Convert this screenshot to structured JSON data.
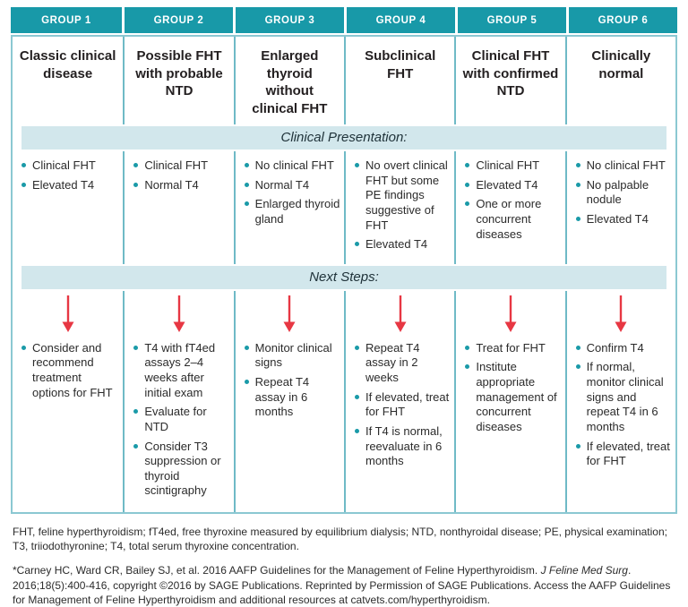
{
  "labels": {
    "presentation_band": "Clinical Presentation:",
    "next_steps_band": "Next Steps:"
  },
  "groups": [
    {
      "header": "GROUP 1",
      "title": "Classic clinical disease",
      "presentation": [
        "Clinical FHT",
        "Elevated T4"
      ],
      "next_steps": [
        "Consider and recommend treatment options for FHT"
      ]
    },
    {
      "header": "GROUP 2",
      "title": "Possible FHT with probable NTD",
      "presentation": [
        "Clinical FHT",
        "Normal T4"
      ],
      "next_steps": [
        "T4 with fT4ed assays 2–4 weeks after initial exam",
        "Evaluate for NTD",
        "Consider T3 suppression or thyroid scintigraphy"
      ]
    },
    {
      "header": "GROUP 3",
      "title": "Enlarged thyroid without clinical FHT",
      "presentation": [
        "No clinical FHT",
        "Normal T4",
        "Enlarged thyroid gland"
      ],
      "next_steps": [
        "Monitor clinical signs",
        "Repeat T4 assay in 6 months"
      ]
    },
    {
      "header": "GROUP 4",
      "title": "Subclinical FHT",
      "presentation": [
        "No overt clinical FHT but some PE findings suggestive of FHT",
        "Elevated T4"
      ],
      "next_steps": [
        "Repeat T4 assay in 2 weeks",
        "If elevated, treat for FHT",
        "If T4 is normal, reevaluate in 6 months"
      ]
    },
    {
      "header": "GROUP 5",
      "title": "Clinical FHT with confirmed NTD",
      "presentation": [
        "Clinical FHT",
        "Elevated T4",
        "One or more concurrent diseases"
      ],
      "next_steps": [
        "Treat for FHT",
        "Institute appropriate management of concurrent diseases"
      ]
    },
    {
      "header": "GROUP 6",
      "title": "Clinically normal",
      "presentation": [
        "No clinical FHT",
        "No palpable nodule",
        "Elevated T4"
      ],
      "next_steps": [
        "Confirm T4",
        "If normal, monitor clinical signs and repeat T4 in 6 months",
        "If elevated, treat for FHT"
      ]
    }
  ],
  "footnotes": {
    "abbreviations": "FHT, feline hyperthyroidism; fT4ed, free thyroxine measured by equilibrium dialysis; NTD, nonthyroidal disease; PE, physical examination; T3, triiodothyronine; T4, total serum thyroxine concentration.",
    "citation": {
      "part1": "*Carney HC, Ward CR, Bailey SJ, et al. 2016 AAFP Guidelines for the Management of Feline Hyperthyroidism. ",
      "italic": "J Feline Med Surg",
      "part2": ". 2016;18(5):400-416, copyright ©2016 by SAGE Publications. Reprinted by Permission of SAGE Publications. Access the AAFP Guidelines for Management of Feline Hyperthyroidism and additional resources at catvets.com/hyperthyroidism."
    }
  },
  "colors": {
    "header_teal": "#1899a8",
    "band_blue": "#d2e7ec",
    "border_teal": "#8bc8d2",
    "divider_teal": "#6fbac6",
    "bullet_teal": "#1a9aa8",
    "arrow_red": "#e73743"
  }
}
